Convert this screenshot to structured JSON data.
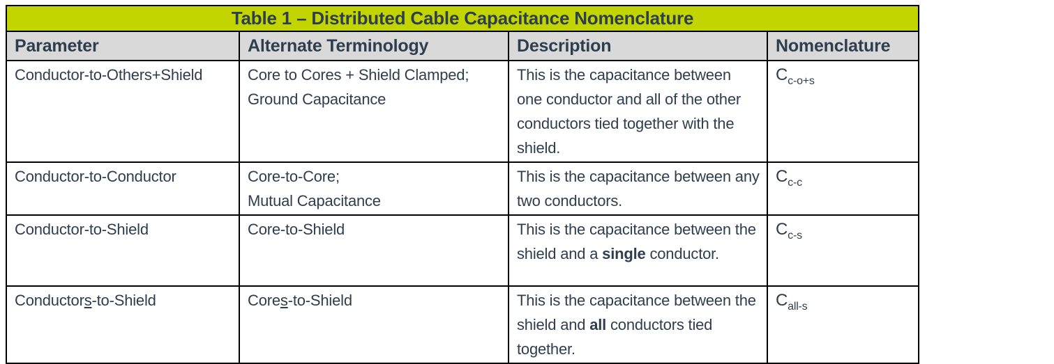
{
  "table": {
    "title": "Table 1 – Distributed Cable Capacitance Nomenclature",
    "colors": {
      "title_bg": "#C2D500",
      "header_bg": "#D9D9D9",
      "text": "#2E3E4E",
      "border": "#000000"
    },
    "columns": [
      {
        "label": "Parameter"
      },
      {
        "label": "Alternate Terminology"
      },
      {
        "label": "Description"
      },
      {
        "label": "Nomenclature"
      }
    ],
    "rows": [
      {
        "parameter": [
          {
            "t": "Conductor-to-Others+Shield"
          }
        ],
        "alternate": [
          {
            "t": "Core to Cores + Shield Clamped;\nGround Capacitance"
          }
        ],
        "description": [
          {
            "t": "This is the capacitance between one conductor and all of the other conductors tied together with the shield."
          }
        ],
        "nomenclature": {
          "base": "C",
          "sub": "c-o+s"
        }
      },
      {
        "parameter": [
          {
            "t": "Conductor-to-Conductor"
          }
        ],
        "alternate": [
          {
            "t": "Core-to-Core;\nMutual Capacitance"
          }
        ],
        "description": [
          {
            "t": "This is the capacitance between any two conductors."
          }
        ],
        "nomenclature": {
          "base": "C",
          "sub": "c-c"
        }
      },
      {
        "parameter": [
          {
            "t": "Conductor-to-Shield"
          }
        ],
        "alternate": [
          {
            "t": "Core-to-Shield"
          }
        ],
        "description": [
          {
            "t": "This is the capacitance between the shield and a "
          },
          {
            "t": "single",
            "b": true
          },
          {
            "t": " conductor."
          }
        ],
        "nomenclature": {
          "base": "C",
          "sub": "c-s"
        }
      },
      {
        "parameter": [
          {
            "t": "Conductor"
          },
          {
            "t": "s",
            "u": true
          },
          {
            "t": "-to-Shield"
          }
        ],
        "alternate": [
          {
            "t": "Core"
          },
          {
            "t": "s",
            "u": true
          },
          {
            "t": "-to-Shield"
          }
        ],
        "description": [
          {
            "t": "This is the capacitance between the shield and "
          },
          {
            "t": "all",
            "b": true
          },
          {
            "t": " conductors tied together."
          }
        ],
        "nomenclature": {
          "base": "C",
          "sub": "all-s"
        }
      }
    ]
  }
}
